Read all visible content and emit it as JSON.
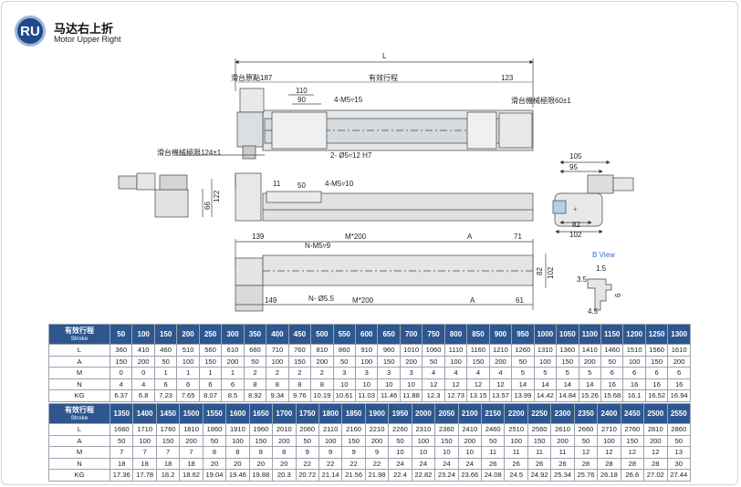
{
  "header": {
    "badge": "RU",
    "title": "马达右上折",
    "subtitle": "Motor Upper Right"
  },
  "labels": {
    "L": "L",
    "origin": "滑台原點187",
    "stroke": "有效行程",
    "d123": "123",
    "d110": "110",
    "d90": "90",
    "m5_15": "4-M5▿15",
    "limit60": "滑台機械極限60±1",
    "pin": "2- Ø5▿12 H7",
    "limit124": "滑台機械極限124±1",
    "d11": "11",
    "d50": "50",
    "m5_10": "4-M5▿10",
    "d122": "122",
    "d66": "66",
    "d105": "105",
    "d95": "95",
    "d82": "82",
    "d102": "102",
    "d139": "139",
    "m200": "M*200",
    "A": "A",
    "d71": "71",
    "nm5": "N-M5▿9",
    "d149": "149",
    "nphi": "N- Ø5.5",
    "d61": "61",
    "bview": "B View",
    "b15": "1.5",
    "b35": "3.5",
    "b6": "6",
    "b45": "4.5",
    "plus": "+"
  },
  "table1": {
    "head_label": "有效行程",
    "head_sub": "Stroke",
    "strokes": [
      "50",
      "100",
      "150",
      "200",
      "250",
      "300",
      "350",
      "400",
      "450",
      "500",
      "550",
      "600",
      "650",
      "700",
      "750",
      "800",
      "850",
      "900",
      "950",
      "1000",
      "1050",
      "1100",
      "1150",
      "1200",
      "1250",
      "1300"
    ],
    "rows": [
      {
        "label": "L",
        "values": [
          "360",
          "410",
          "460",
          "510",
          "560",
          "610",
          "660",
          "710",
          "760",
          "810",
          "860",
          "910",
          "960",
          "1010",
          "1060",
          "1110",
          "1160",
          "1210",
          "1260",
          "1310",
          "1360",
          "1410",
          "1460",
          "1510",
          "1560",
          "1610"
        ]
      },
      {
        "label": "A",
        "values": [
          "150",
          "200",
          "50",
          "100",
          "150",
          "200",
          "50",
          "100",
          "150",
          "200",
          "50",
          "100",
          "150",
          "200",
          "50",
          "100",
          "150",
          "200",
          "50",
          "100",
          "150",
          "200",
          "50",
          "100",
          "150",
          "200"
        ]
      },
      {
        "label": "M",
        "values": [
          "0",
          "0",
          "1",
          "1",
          "1",
          "1",
          "2",
          "2",
          "2",
          "2",
          "3",
          "3",
          "3",
          "3",
          "4",
          "4",
          "4",
          "4",
          "5",
          "5",
          "5",
          "5",
          "6",
          "6",
          "6",
          "6"
        ]
      },
      {
        "label": "N",
        "values": [
          "4",
          "4",
          "6",
          "6",
          "6",
          "6",
          "8",
          "8",
          "8",
          "8",
          "10",
          "10",
          "10",
          "10",
          "12",
          "12",
          "12",
          "12",
          "14",
          "14",
          "14",
          "14",
          "16",
          "16",
          "16",
          "16"
        ]
      },
      {
        "label": "KG",
        "values": [
          "6.37",
          "6.8",
          "7.23",
          "7.65",
          "8.07",
          "8.5",
          "8.92",
          "9.34",
          "9.76",
          "10.19",
          "10.61",
          "11.03",
          "11.46",
          "11.88",
          "12.3",
          "12.73",
          "13.15",
          "13.57",
          "13.99",
          "14.42",
          "14.84",
          "15.26",
          "15.68",
          "16.1",
          "16.52",
          "16.94"
        ]
      }
    ]
  },
  "table2": {
    "head_label": "有效行程",
    "head_sub": "Stroke",
    "strokes": [
      "1350",
      "1400",
      "1450",
      "1500",
      "1550",
      "1600",
      "1650",
      "1700",
      "1750",
      "1800",
      "1850",
      "1900",
      "1950",
      "2000",
      "2050",
      "2100",
      "2150",
      "2200",
      "2250",
      "2300",
      "2350",
      "2400",
      "2450",
      "2500",
      "2550"
    ],
    "rows": [
      {
        "label": "L",
        "values": [
          "1660",
          "1710",
          "1760",
          "1810",
          "1860",
          "1910",
          "1960",
          "2010",
          "2060",
          "2110",
          "2160",
          "2210",
          "2260",
          "2310",
          "2360",
          "2410",
          "2460",
          "2510",
          "2560",
          "2610",
          "2660",
          "2710",
          "2760",
          "2810",
          "2860"
        ]
      },
      {
        "label": "A",
        "values": [
          "50",
          "100",
          "150",
          "200",
          "50",
          "100",
          "150",
          "200",
          "50",
          "100",
          "150",
          "200",
          "50",
          "100",
          "150",
          "200",
          "50",
          "100",
          "150",
          "200",
          "50",
          "100",
          "150",
          "200",
          "50"
        ]
      },
      {
        "label": "M",
        "values": [
          "7",
          "7",
          "7",
          "7",
          "8",
          "8",
          "8",
          "8",
          "9",
          "9",
          "9",
          "9",
          "10",
          "10",
          "10",
          "10",
          "11",
          "11",
          "11",
          "11",
          "12",
          "12",
          "12",
          "12",
          "13"
        ]
      },
      {
        "label": "N",
        "values": [
          "18",
          "18",
          "18",
          "18",
          "20",
          "20",
          "20",
          "20",
          "22",
          "22",
          "22",
          "22",
          "24",
          "24",
          "24",
          "24",
          "26",
          "26",
          "26",
          "26",
          "28",
          "28",
          "28",
          "28",
          "30"
        ]
      },
      {
        "label": "KG",
        "values": [
          "17.36",
          "17.78",
          "18.2",
          "18.62",
          "19.04",
          "19.46",
          "19.88",
          "20.3",
          "20.72",
          "21.14",
          "21.56",
          "21.98",
          "22.4",
          "22.82",
          "23.24",
          "23.66",
          "24.08",
          "24.5",
          "24.92",
          "25.34",
          "25.76",
          "26.18",
          "26.6",
          "27.02",
          "27.44"
        ]
      }
    ]
  }
}
